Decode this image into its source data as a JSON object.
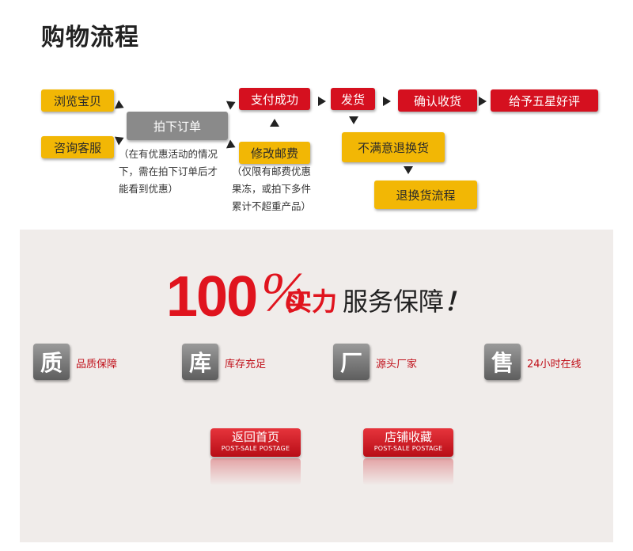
{
  "title": "购物流程",
  "flow": {
    "browse": "浏览宝贝",
    "consult": "咨询客服",
    "place_order": "拍下订单",
    "note_discount": [
      "（在有优惠活动的情况",
      "下，需在拍下订单后才",
      "能看到优惠）"
    ],
    "pay_success": "支付成功",
    "modify_postage": "修改邮费",
    "note_postage": [
      "（仅限有邮费优惠",
      "果冻，或拍下多件",
      "累计不超重产品）"
    ],
    "ship": "发货",
    "confirm_receipt": "确认收货",
    "five_star": "给予五星好评",
    "unsatisfied_return": "不满意退换货",
    "return_process": "退换货流程"
  },
  "guarantee": {
    "hundred": "100",
    "percent": "%",
    "strength": "实力",
    "service": "服务保障",
    "exclaim": "！"
  },
  "features": [
    {
      "icon": "质",
      "label": "品质保障"
    },
    {
      "icon": "库",
      "label": "库存充足"
    },
    {
      "icon": "厂",
      "label": "源头厂家"
    },
    {
      "icon": "售",
      "label": "24小时在线"
    }
  ],
  "buttons": [
    {
      "label": "返回首页",
      "sub": "POST-SALE POSTAGE"
    },
    {
      "label": "店铺收藏",
      "sub": "POST-SALE POSTAGE"
    }
  ],
  "colors": {
    "accent_red": "#d5101f",
    "accent_yellow": "#f2b705",
    "gray": "#8a8a8a"
  }
}
